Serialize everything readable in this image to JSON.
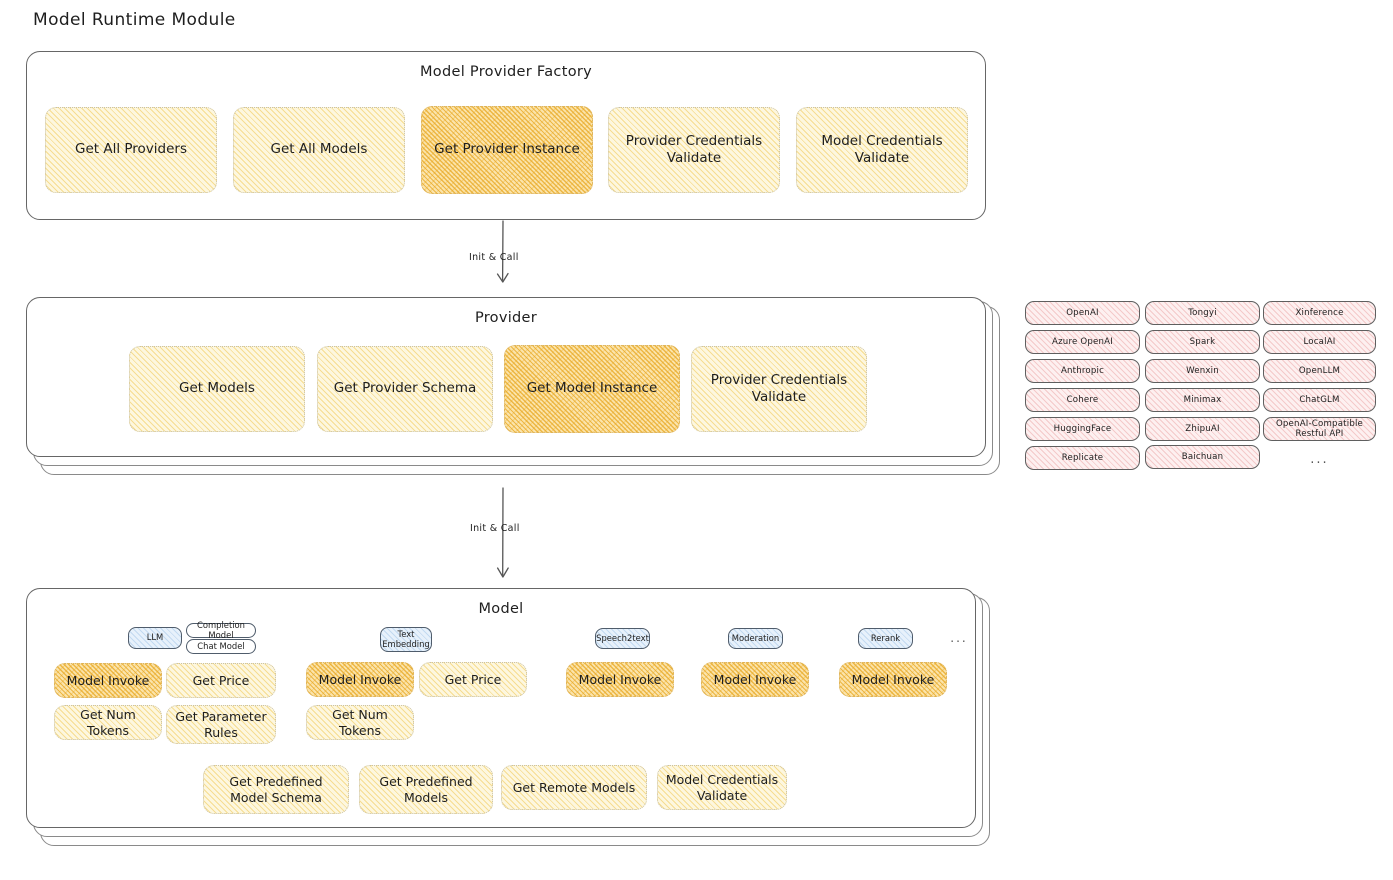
{
  "page": {
    "title": "Model Runtime Module"
  },
  "factory": {
    "title": "Model Provider Factory",
    "nodes": [
      {
        "label": "Get All Providers",
        "highlight": false
      },
      {
        "label": "Get All Models",
        "highlight": false
      },
      {
        "label": "Get Provider Instance",
        "highlight": true
      },
      {
        "label": "Provider Credentials Validate",
        "highlight": false
      },
      {
        "label": "Model Credentials Validate",
        "highlight": false
      }
    ]
  },
  "arrows": [
    {
      "label": "Init & Call"
    },
    {
      "label": "Init & Call"
    }
  ],
  "provider": {
    "title": "Provider",
    "nodes": [
      {
        "label": "Get Models",
        "highlight": false
      },
      {
        "label": "Get Provider Schema",
        "highlight": false
      },
      {
        "label": "Get Model Instance",
        "highlight": true
      },
      {
        "label": "Provider Credentials Validate",
        "highlight": false
      }
    ]
  },
  "provider_list": {
    "columns": [
      [
        "OpenAI",
        "Azure OpenAI",
        "Anthropic",
        "Cohere",
        "HuggingFace",
        "Replicate"
      ],
      [
        "Tongyi",
        "Spark",
        "Wenxin",
        "Minimax",
        "ZhipuAI",
        "Baichuan"
      ],
      [
        "Xinference",
        "LocalAI",
        "OpenLLM",
        "ChatGLM",
        "OpenAI-Compatible Restful API",
        "..."
      ]
    ]
  },
  "model": {
    "title": "Model",
    "groups": [
      {
        "badge": "LLM",
        "sub_badges": [
          "Completion Model",
          "Chat Model"
        ],
        "nodes": [
          {
            "label": "Model Invoke",
            "highlight": true
          },
          {
            "label": "Get Price",
            "highlight": false
          },
          {
            "label": "Get Num Tokens",
            "highlight": false
          },
          {
            "label": "Get Parameter Rules",
            "highlight": false
          }
        ]
      },
      {
        "badge": "Text Embedding",
        "sub_badges": [],
        "nodes": [
          {
            "label": "Model Invoke",
            "highlight": true
          },
          {
            "label": "Get Price",
            "highlight": false
          },
          {
            "label": "Get Num Tokens",
            "highlight": false
          }
        ]
      },
      {
        "badge": "Speech2text",
        "sub_badges": [],
        "nodes": [
          {
            "label": "Model Invoke",
            "highlight": true
          }
        ]
      },
      {
        "badge": "Moderation",
        "sub_badges": [],
        "nodes": [
          {
            "label": "Model Invoke",
            "highlight": true
          }
        ]
      },
      {
        "badge": "Rerank",
        "sub_badges": [],
        "nodes": [
          {
            "label": "Model Invoke",
            "highlight": true
          }
        ]
      }
    ],
    "more_badge": "...",
    "common_nodes": [
      {
        "label": "Get Predefined Model Schema"
      },
      {
        "label": "Get Predefined Models"
      },
      {
        "label": "Get Remote Models"
      },
      {
        "label": "Model Credentials Validate"
      }
    ]
  },
  "colors": {
    "node_fill": "#fdf7df",
    "node_highlight_fill": "#fbe4ab",
    "chip_fill": "#fdf0f0",
    "badge_fill": "#e7f1fb",
    "panel_border": "#666666",
    "text": "#1e1e1e"
  }
}
